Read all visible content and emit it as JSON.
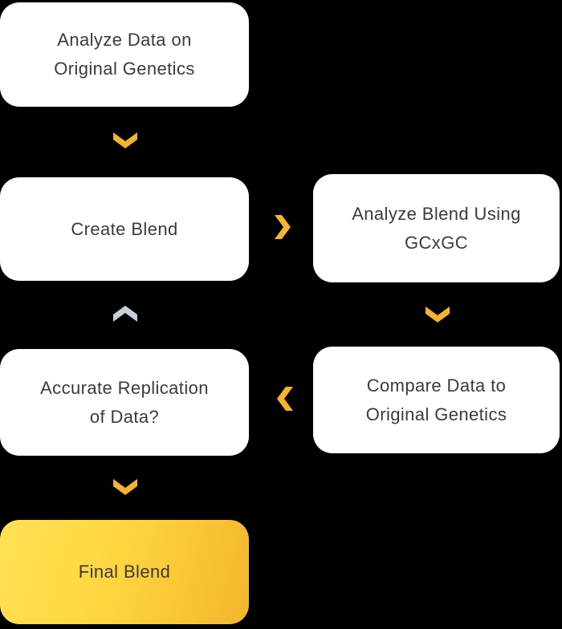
{
  "page": {
    "background": "#000000"
  },
  "colors": {
    "node_bg": "#FFFFFF",
    "node_text": "#3B3B3B",
    "arrow_yellow": "#F5B42E",
    "arrow_gray": "#C6D0DD",
    "final_gradient_start": "#FFE153",
    "final_gradient_end": "#F3B62D"
  },
  "flowchart": {
    "nodes": [
      {
        "id": "analyze-data",
        "line1": "Analyze Data on",
        "line2": "Original Genetics"
      },
      {
        "id": "create-blend",
        "line1": "Create Blend"
      },
      {
        "id": "analyze-blend",
        "line1": "Analyze Blend Using",
        "line2": "GCxGC"
      },
      {
        "id": "accurate-replication",
        "line1": "Accurate Replication",
        "line2": "of Data?"
      },
      {
        "id": "compare-data",
        "line1": "Compare Data to",
        "line2": "Original Genetics"
      },
      {
        "id": "final-blend",
        "line1": "Final Blend"
      }
    ],
    "arrows": [
      {
        "id": "arrow-analyze-to-create",
        "direction": "down",
        "color": "#F5B42E",
        "from": "analyze-data",
        "to": "create-blend"
      },
      {
        "id": "arrow-create-to-analyzeblend",
        "direction": "right",
        "color": "#F5B42E",
        "from": "create-blend",
        "to": "analyze-blend"
      },
      {
        "id": "arrow-analyzeblend-to-compare",
        "direction": "down",
        "color": "#F5B42E",
        "from": "analyze-blend",
        "to": "compare-data"
      },
      {
        "id": "arrow-compare-to-accurate",
        "direction": "left",
        "color": "#F5B42E",
        "from": "compare-data",
        "to": "accurate-replication"
      },
      {
        "id": "arrow-accurate-to-create",
        "direction": "up",
        "color": "#C6D0DD",
        "from": "accurate-replication",
        "to": "create-blend"
      },
      {
        "id": "arrow-accurate-to-final",
        "direction": "down",
        "color": "#F5B42E",
        "from": "accurate-replication",
        "to": "final-blend"
      }
    ]
  }
}
